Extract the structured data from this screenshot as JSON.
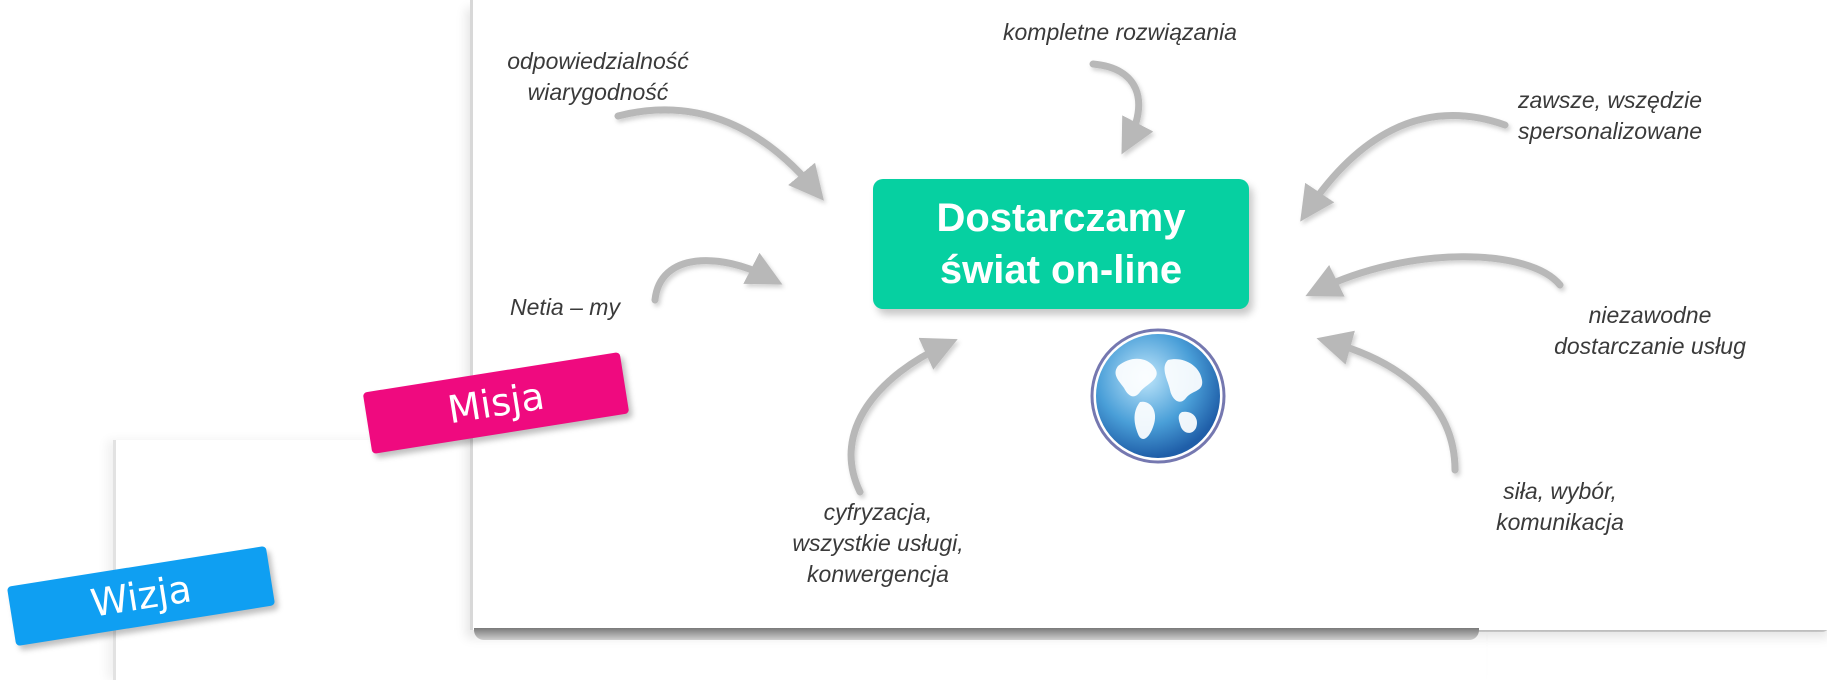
{
  "labels": {
    "misja": "Misja",
    "wizja": "Wizja"
  },
  "mission": {
    "line1": "Dostarczamy",
    "line2": "świat on-line"
  },
  "keywords": {
    "responsibility": [
      "odpowiedzialność",
      "wiarygodność"
    ],
    "solutions": [
      "kompletne rozwiązania"
    ],
    "personalized": [
      "zawsze, wszędzie",
      "spersonalizowane"
    ],
    "netia": [
      "Netia – my"
    ],
    "reliable": [
      "niezawodne",
      "dostarczanie usług"
    ],
    "digital": [
      "cyfryzacja,",
      "wszystkie usługi,",
      "konwergencja"
    ],
    "power": [
      "siła, wybór,",
      "komunikacja"
    ]
  },
  "colors": {
    "misja": "#ef0a7f",
    "wizja": "#0f9ff2",
    "mission_box": "#06d0a1",
    "arrow": "#b8b8b8",
    "globe": "#4a9fd8"
  },
  "icons": {
    "globe": "globe-icon",
    "arrow": "curved-arrow-icon"
  }
}
